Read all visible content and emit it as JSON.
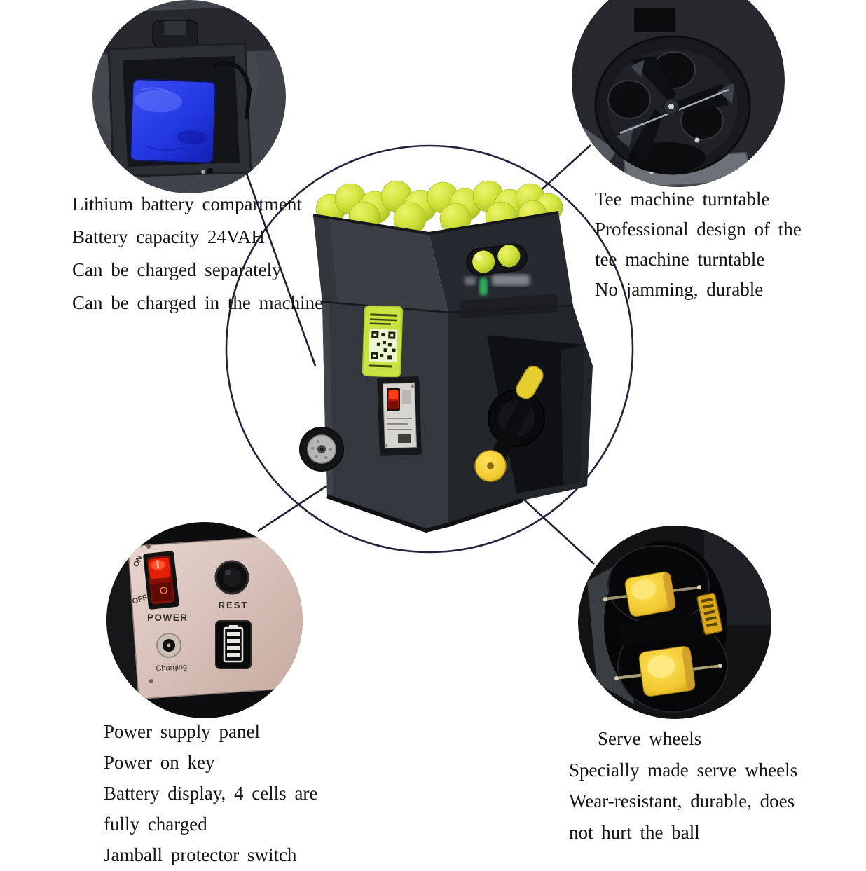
{
  "annotation": {
    "line_color": "#1e1e33",
    "battery": {
      "lines": [
        "Lithium battery compartment",
        "Battery capacity 24VAH",
        "Can be charged separately",
        "Can be charged in the machine"
      ]
    },
    "turntable": {
      "lines": [
        "Tee machine turntable",
        "Professional design of the",
        "tee machine turntable",
        "No jamming, durable"
      ]
    },
    "power_panel": {
      "lines": [
        "Power supply panel",
        "Power on key",
        "Battery display, 4 cells are",
        "fully charged",
        "Jamball protector switch"
      ]
    },
    "serve_wheels": {
      "lines": [
        "Serve wheels",
        "Specially made serve wheels",
        "Wear-resistant, durable, does",
        "not hurt the ball"
      ]
    }
  },
  "panel_labels": {
    "on": "ON",
    "off": "OFF",
    "power": "POWER",
    "rest": "REST",
    "charging": "Charging"
  },
  "colors": {
    "tennis_ball": "#cfe23a",
    "battery_blue": "#2236df",
    "sticker_green": "#c8e240",
    "serve_wheel_yellow": "#f0c930",
    "panel_beige": "#dcc6bd",
    "machine_body_dark": "#33363c"
  }
}
